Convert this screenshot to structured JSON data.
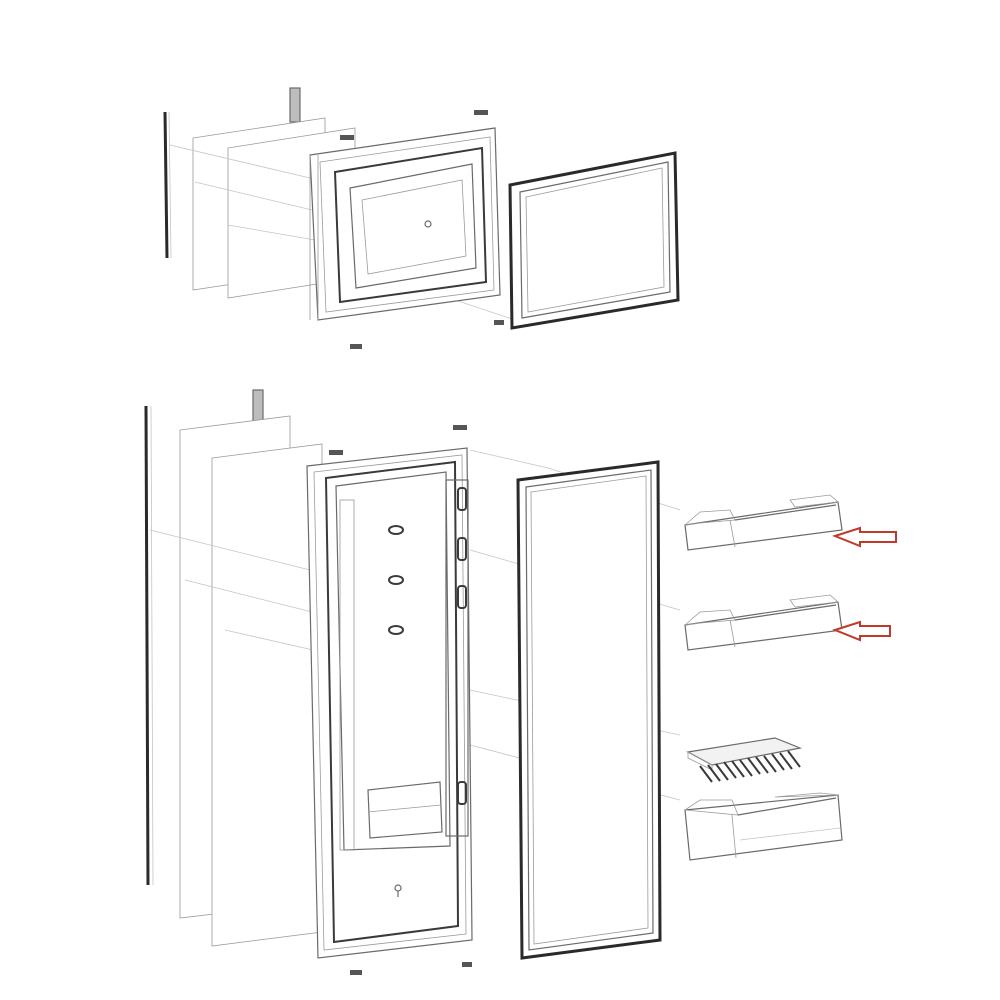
{
  "diagram": {
    "accent_color": "#c0392b",
    "line_color": "#6a6a6a",
    "background": "#ffffff",
    "groups": [
      {
        "name": "freezer-door-assembly",
        "parts": [
          "door-rod",
          "insulation-panel",
          "insulation-panel",
          "inner-liner",
          "door-gasket",
          "hinge-pin",
          "hinge-pin",
          "hinge-pin",
          "hinge-pin"
        ]
      },
      {
        "name": "fridge-door-assembly",
        "parts": [
          "door-rod",
          "insulation-panel",
          "insulation-panel",
          "inner-liner",
          "door-gasket",
          "door-shelf",
          "door-shelf",
          "egg-tray",
          "bottle-shelf",
          "hinge-pin",
          "hinge-pin",
          "hinge-pin",
          "hinge-pin"
        ]
      }
    ],
    "highlighted_parts": [
      "door-shelf-upper",
      "door-shelf-middle"
    ],
    "arrow_icons": [
      "arrow-left-icon",
      "arrow-left-icon"
    ]
  }
}
